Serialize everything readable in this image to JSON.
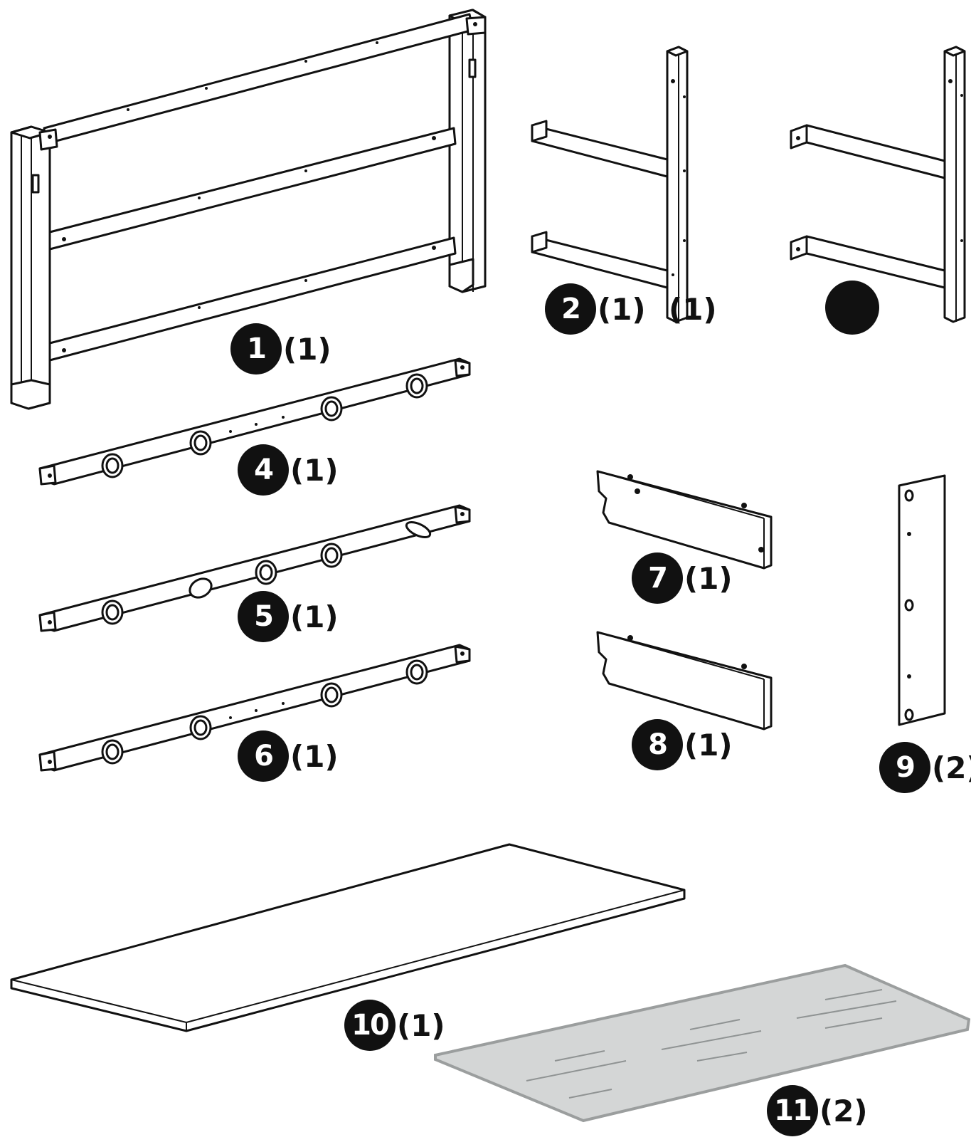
{
  "parts": [
    {
      "number": "1",
      "quantity": "(1)"
    },
    {
      "number": "2",
      "quantity": "(1)"
    },
    {
      "number": "",
      "quantity": "(1)"
    },
    {
      "number": "4",
      "quantity": "(1)"
    },
    {
      "number": "5",
      "quantity": "(1)"
    },
    {
      "number": "6",
      "quantity": "(1)"
    },
    {
      "number": "7",
      "quantity": "(1)"
    },
    {
      "number": "8",
      "quantity": "(1)"
    },
    {
      "number": "9",
      "quantity": "(2)"
    },
    {
      "number": "10",
      "quantity": "(1)"
    },
    {
      "number": "11",
      "quantity": "(2)"
    }
  ],
  "colors": {
    "ink": "#111111",
    "glass": "#d4d6d6",
    "glass_edge": "#9b9e9e"
  }
}
